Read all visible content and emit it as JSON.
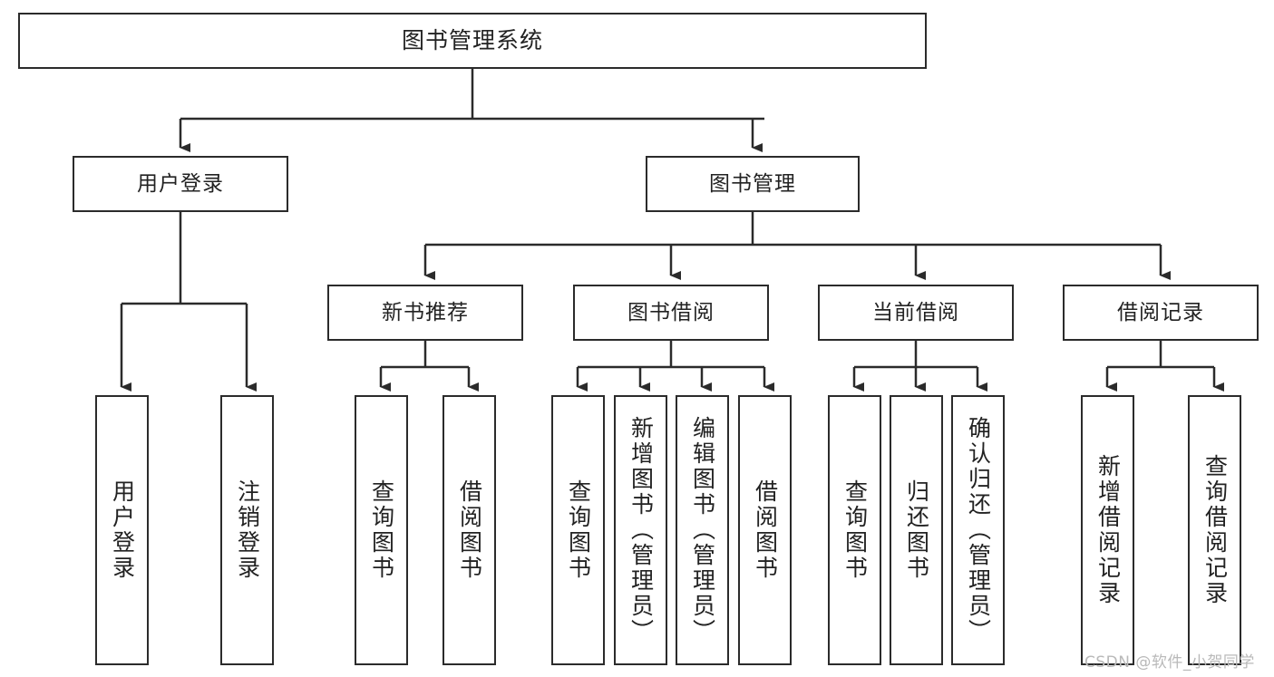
{
  "diagram": {
    "type": "tree-hierarchy-diagram",
    "title": "图书管理系统",
    "watermark": "CSDN @软件_小贺同学",
    "colors": {
      "box_border": "#2b2b2b",
      "box_fill": "#ffffff",
      "connector": "#2b2b2b",
      "text": "#222222",
      "watermark": "#b9b9b9",
      "background": "#ffffff"
    },
    "root": {
      "label": "图书管理系统"
    },
    "level2": [
      {
        "label": "用户登录"
      },
      {
        "label": "图书管理"
      }
    ],
    "level3": [
      {
        "label": "新书推荐"
      },
      {
        "label": "图书借阅"
      },
      {
        "label": "当前借阅"
      },
      {
        "label": "借阅记录"
      }
    ],
    "leaves": {
      "user_login": [
        {
          "label": "用户登录"
        },
        {
          "label": "注销登录"
        }
      ],
      "new_book_recommend": [
        {
          "label": "查询图书"
        },
        {
          "label": "借阅图书"
        }
      ],
      "book_borrow": [
        {
          "label": "查询图书"
        },
        {
          "label": "新增图书（管理员）"
        },
        {
          "label": "编辑图书（管理员）"
        },
        {
          "label": "借阅图书"
        }
      ],
      "current_borrow": [
        {
          "label": "查询图书"
        },
        {
          "label": "归还图书"
        },
        {
          "label": "确认归还（管理员）"
        }
      ],
      "borrow_record": [
        {
          "label": "新增借阅记录"
        },
        {
          "label": "查询借阅记录"
        }
      ]
    }
  }
}
